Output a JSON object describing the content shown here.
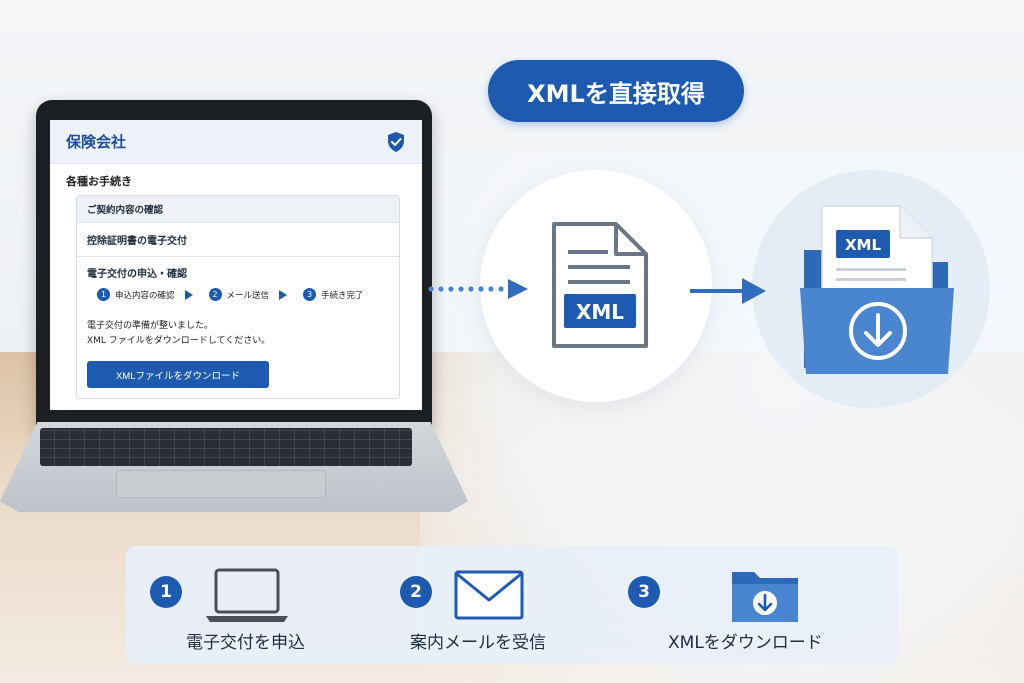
{
  "screen": {
    "brand": "保険会社",
    "section_title": "各種お手続き",
    "panel_row_1": "ご契約内容の確認",
    "panel_row_2": "控除証明書の電子交付",
    "panel_sub": "電子交付の申込・確認",
    "steps": [
      {
        "num": "1",
        "label": "申込内容の確認"
      },
      {
        "num": "2",
        "label": "メール送信"
      },
      {
        "num": "3",
        "label": "手続き完了"
      }
    ],
    "message_line_1": "電子交付の準備が整いました。",
    "message_line_2": "XML ファイルをダウンロードしてください。",
    "download_button": "XMLファイルをダウンロード"
  },
  "diagram": {
    "title": "XMLを直接取得",
    "doc_badge": "XML",
    "folder_badge": "XML"
  },
  "bottom_steps": [
    {
      "num": "1",
      "label": "電子交付を申込",
      "icon": "laptop-icon"
    },
    {
      "num": "2",
      "label": "案内メールを受信",
      "icon": "envelope-icon"
    },
    {
      "num": "3",
      "label": "XMLをダウンロード",
      "icon": "folder-download-icon"
    }
  ],
  "colors": {
    "accent": "#1e5bb0",
    "folder": "#4a86d0"
  }
}
